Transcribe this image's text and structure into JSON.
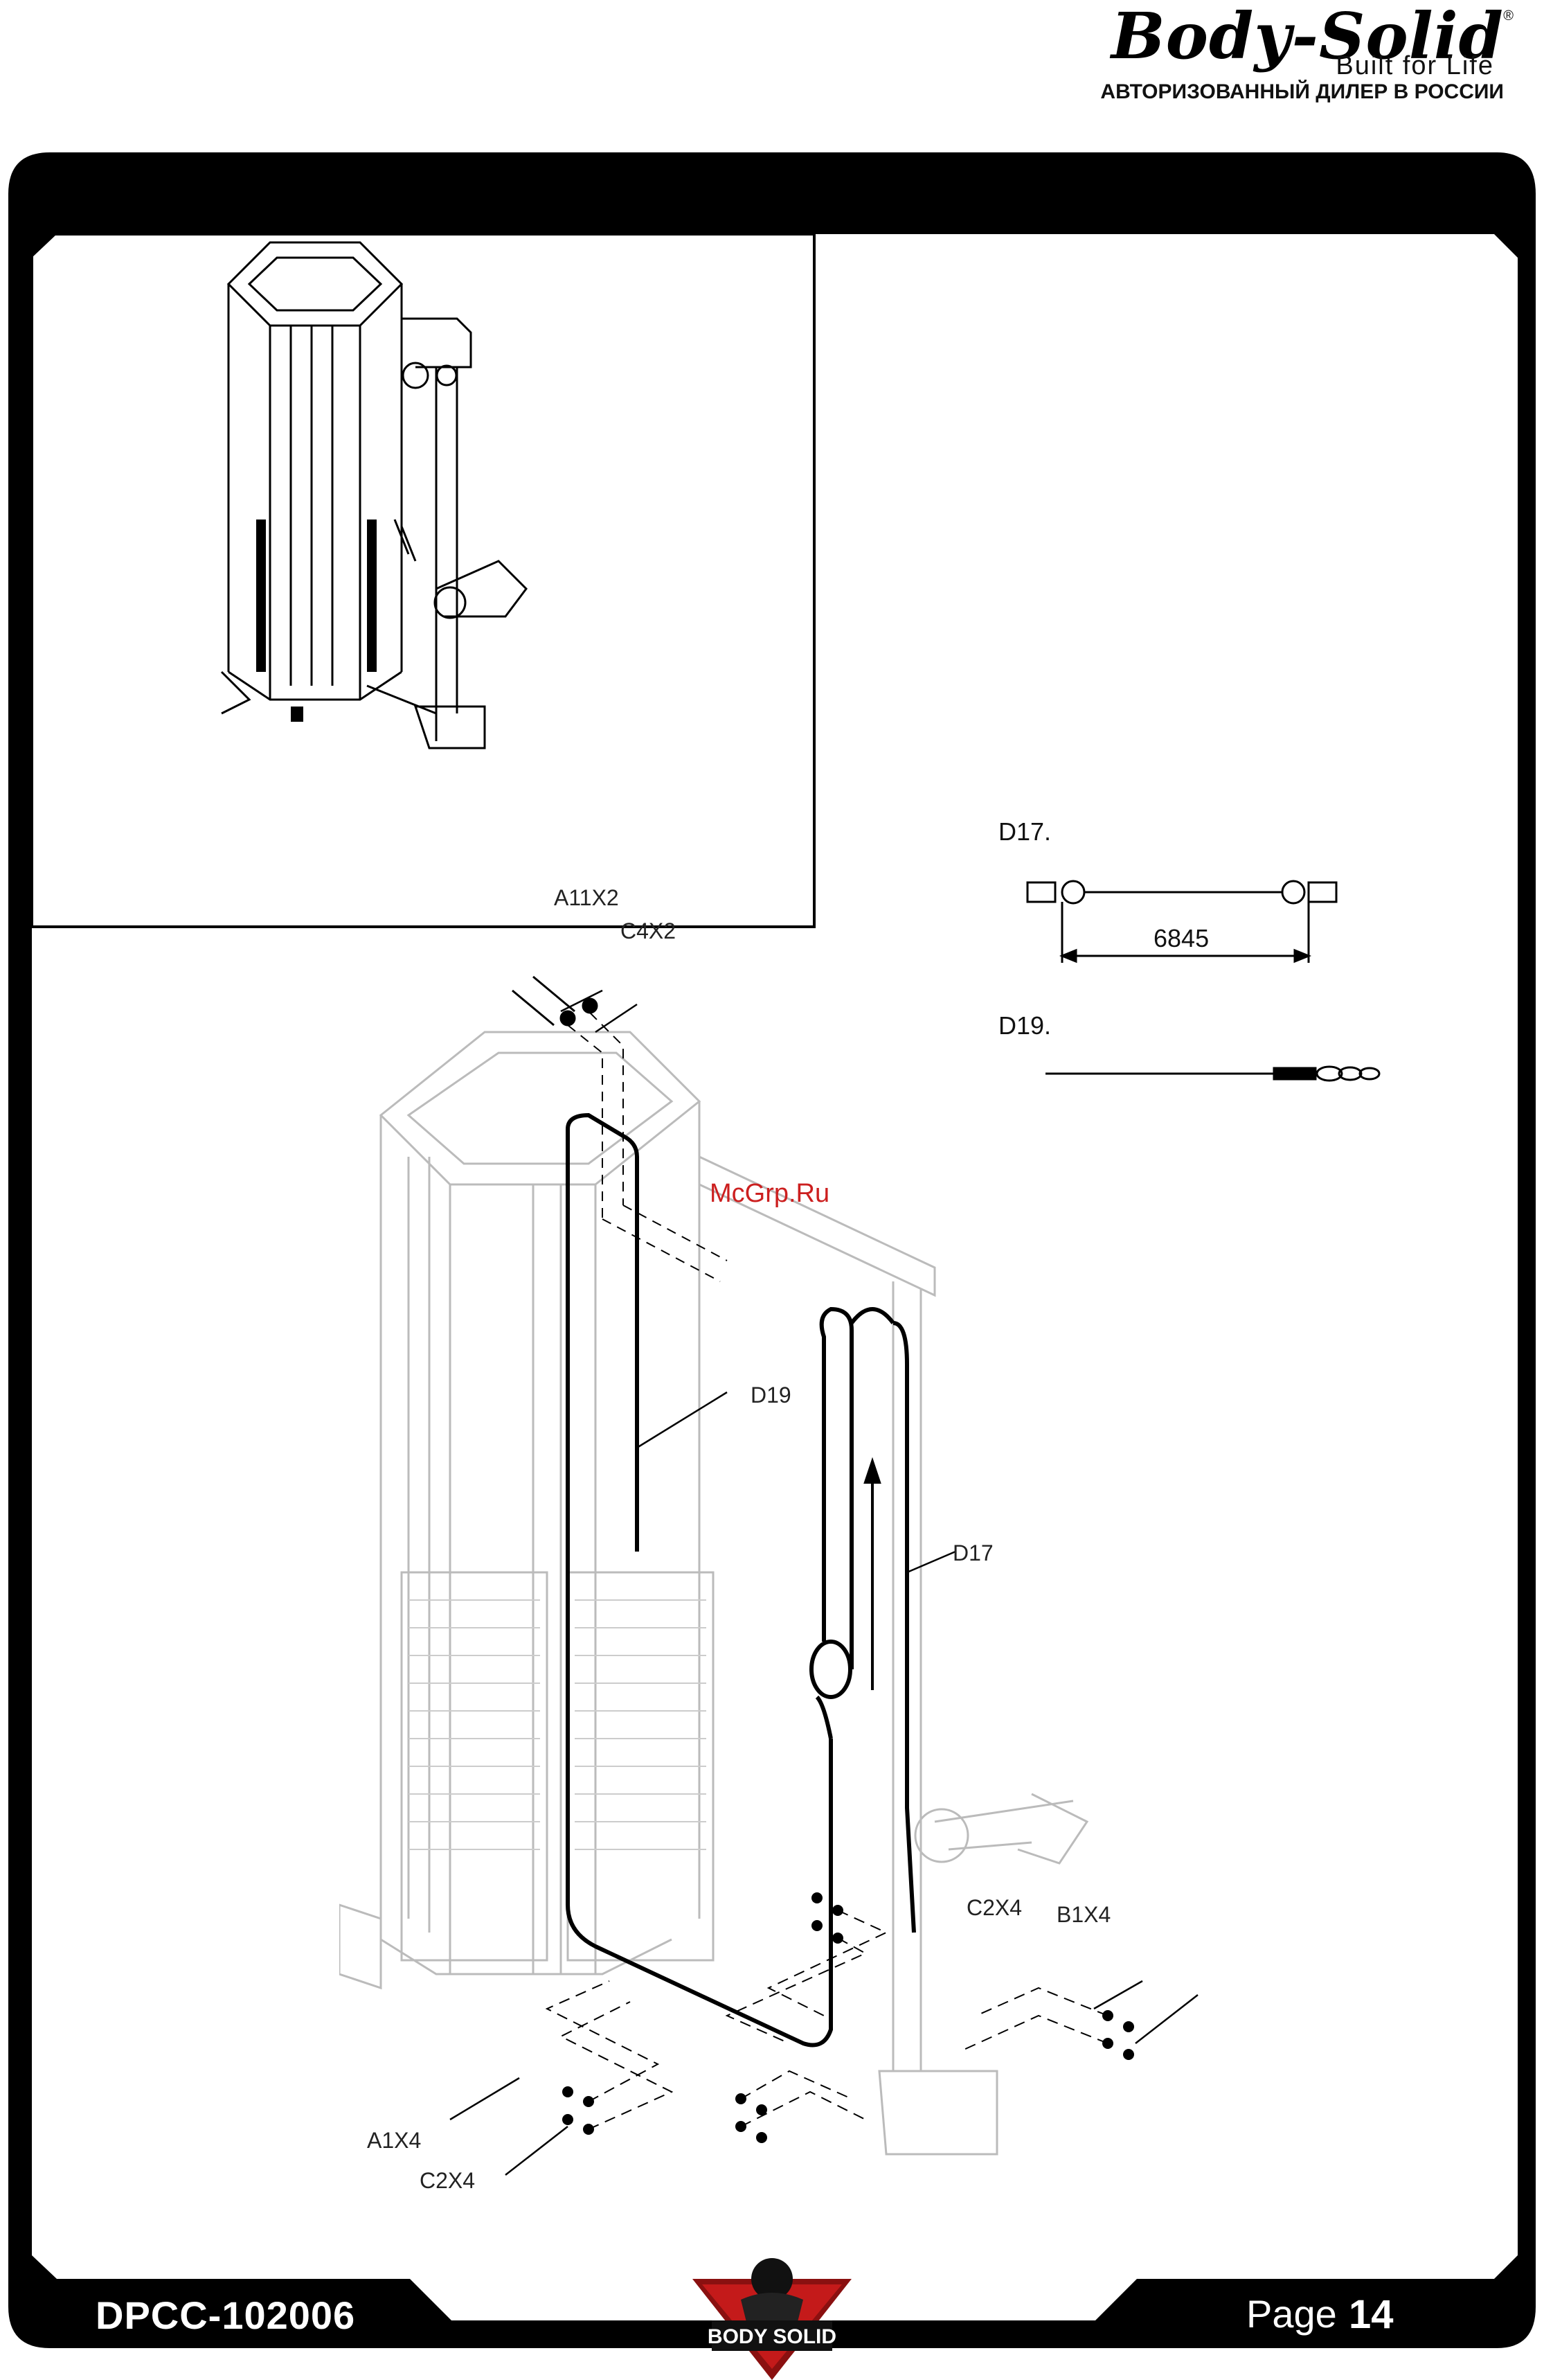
{
  "header": {
    "brand_name": "Body-Solid",
    "registered_mark": "®",
    "tagline": "Built for Life",
    "dealer_note": "АВТОРИЗОВАННЫЙ ДИЛЕР В РОССИИ"
  },
  "watermark": "McGrp.Ru",
  "parts": {
    "d17_label": "D17.",
    "d17_length": "6845",
    "d19_label": "D19."
  },
  "callouts": {
    "top_bolt": "A11X2",
    "top_nut": "C4X2",
    "cable_d19": "D19",
    "cable_d17": "D17",
    "right_washer": "C2X4",
    "right_nut": "B1X4",
    "left_bolt": "A1X4",
    "left_washer": "C2X4"
  },
  "footer": {
    "doc_code": "DPCC-102006",
    "page_label": "Page",
    "page_number": "14",
    "logo_text": "BODY SOLID"
  }
}
